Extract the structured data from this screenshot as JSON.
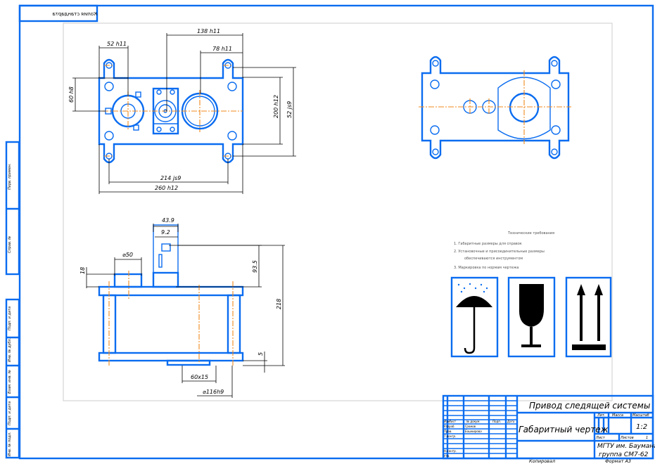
{
  "stamp_top": "Копия стандарта",
  "side_labels": [
    "Перв. примен.",
    "Справ. №",
    "Подп. и дата",
    "Инв. № дубл.",
    "Взам. инв. №",
    "Подп. и дата",
    "Инв. № подл."
  ],
  "dimensions_top": {
    "d1": "138 h11",
    "d2": "78 h11",
    "d3": "52 h11",
    "d4": "60 h8",
    "d5": "200 h12",
    "d6": "52 js9",
    "d7": "214 js9",
    "d8": "260 h12"
  },
  "dimensions_front": {
    "d1": "43.9",
    "d2": "9.2",
    "d3": "⌀50",
    "d4": "18",
    "d5": "93.5",
    "d6": "218",
    "d7": "5",
    "d8": "60x15",
    "d9": "⌀116h9"
  },
  "requirements": {
    "title": "Технические требования",
    "lines": [
      "1. Габаритные размеры для справок",
      "2. Установочные и присоединительные размеры",
      "обеспечиваются инструментом",
      "3. Маркировка по нормам чертежа"
    ]
  },
  "signs": [
    {
      "name": "keep-dry"
    },
    {
      "name": "fragile"
    },
    {
      "name": "this-way-up"
    }
  ],
  "title_block": {
    "product": "Привод следящей системы",
    "doc_type": "Габаритный чертеж",
    "col_labels": [
      "Изм",
      "Лист",
      "№ докум.",
      "Подп.",
      "Дата"
    ],
    "rows": [
      "Разраб.",
      "Пров.",
      "Т.контр.",
      "Н.контр.",
      "Утв."
    ],
    "developer": "Громов",
    "checker": "Башкирова",
    "lit_label": "Лит.",
    "mass_label": "Масса",
    "scale_label": "Масштаб",
    "scale": "1:2",
    "sheet_label": "Лист",
    "sheets_label": "Листов",
    "sheets": "1",
    "org": "МГТУ им. Баумана",
    "group": "группа СМ7-62",
    "copied": "Копировал",
    "format": "Формат   A3"
  }
}
